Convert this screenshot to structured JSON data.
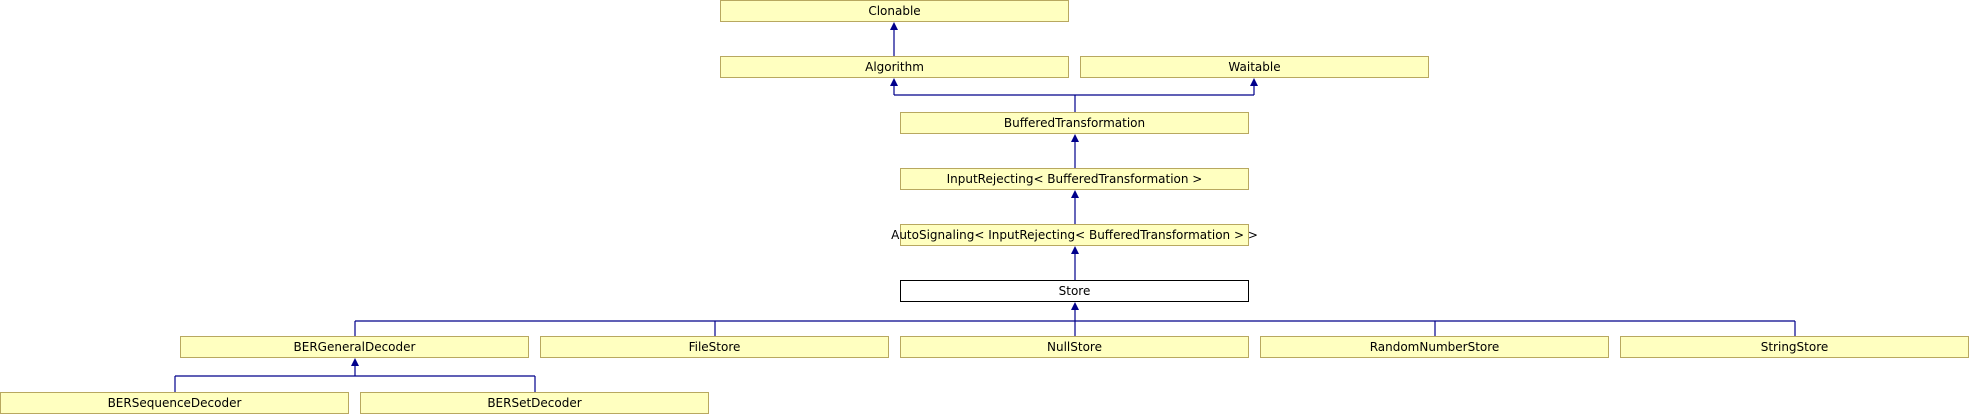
{
  "diagram": {
    "nodes": {
      "clonable": "Clonable",
      "algorithm": "Algorithm",
      "waitable": "Waitable",
      "buffered": "BufferedTransformation",
      "inputrejecting": "InputRejecting< BufferedTransformation >",
      "autosignaling": "AutoSignaling< InputRejecting< BufferedTransformation > >",
      "store": "Store",
      "bergeneral": "BERGeneralDecoder",
      "filestore": "FileStore",
      "nullstore": "NullStore",
      "randomstore": "RandomNumberStore",
      "stringstore": "StringStore",
      "bersequence": "BERSequenceDecoder",
      "berset": "BERSetDecoder"
    },
    "current_node": "store",
    "colors": {
      "node_fill": "#ffffc0",
      "node_border": "#b8a860",
      "current_fill": "#ffffff",
      "edge": "#00008b"
    }
  }
}
